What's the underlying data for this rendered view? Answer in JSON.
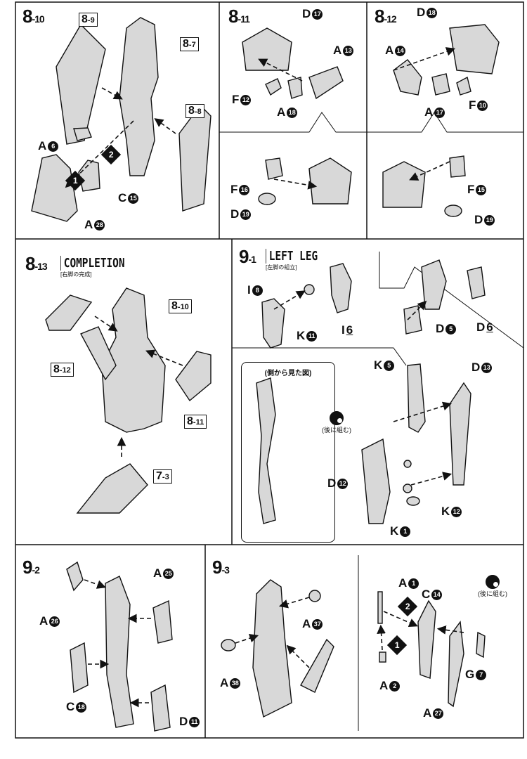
{
  "panels": {
    "p8_10": {
      "step": "8",
      "sub": "-10",
      "refs": [
        {
          "a": "8",
          "b": "-9"
        },
        {
          "a": "8",
          "b": "-7"
        },
        {
          "a": "8",
          "b": "-8"
        }
      ],
      "parts": [
        {
          "letter": "A",
          "num": "6"
        },
        {
          "letter": "C",
          "num": "15"
        },
        {
          "letter": "A",
          "num": "28"
        }
      ],
      "order": [
        "1",
        "2"
      ]
    },
    "p8_11": {
      "step": "8",
      "sub": "-11",
      "parts": [
        {
          "letter": "D",
          "num": "17"
        },
        {
          "letter": "A",
          "num": "13"
        },
        {
          "letter": "F",
          "num": "12"
        },
        {
          "letter": "A",
          "num": "18"
        },
        {
          "letter": "F",
          "num": "16"
        },
        {
          "letter": "D",
          "num": "19"
        }
      ]
    },
    "p8_12": {
      "step": "8",
      "sub": "-12",
      "parts": [
        {
          "letter": "D",
          "num": "18"
        },
        {
          "letter": "A",
          "num": "14"
        },
        {
          "letter": "A",
          "num": "17"
        },
        {
          "letter": "F",
          "num": "10"
        },
        {
          "letter": "F",
          "num": "15"
        },
        {
          "letter": "D",
          "num": "19"
        }
      ]
    },
    "p8_13": {
      "step": "8",
      "sub": "-13",
      "heading": "COMPLETION",
      "subheading": "[右脚の完成]",
      "refs": [
        {
          "a": "8",
          "b": "-10"
        },
        {
          "a": "8",
          "b": "-12"
        },
        {
          "a": "8",
          "b": "-11"
        },
        {
          "a": "7",
          "b": "-3"
        }
      ]
    },
    "p9_1": {
      "step": "9",
      "sub": "-1",
      "heading": "LEFT LEG",
      "subheading": "[左脚の組立]",
      "side_view": "(側から見た図)",
      "later": "(後に組む)",
      "parts": [
        {
          "letter": "I",
          "num": "8"
        },
        {
          "letter": "K",
          "num": "11"
        },
        {
          "letter": "I",
          "num": "6"
        },
        {
          "letter": "D",
          "num": "5"
        },
        {
          "letter": "D",
          "num": "6"
        },
        {
          "letter": "K",
          "num": "5"
        },
        {
          "letter": "D",
          "num": "13"
        },
        {
          "letter": "D",
          "num": "12"
        },
        {
          "letter": "K",
          "num": "12"
        },
        {
          "letter": "K",
          "num": "1"
        }
      ]
    },
    "p9_2": {
      "step": "9",
      "sub": "-2",
      "parts": [
        {
          "letter": "A",
          "num": "25"
        },
        {
          "letter": "A",
          "num": "26"
        },
        {
          "letter": "C",
          "num": "18"
        },
        {
          "letter": "D",
          "num": "11"
        }
      ]
    },
    "p9_3": {
      "step": "9",
      "sub": "-3",
      "parts": [
        {
          "letter": "A",
          "num": "37"
        },
        {
          "letter": "A",
          "num": "38"
        }
      ]
    },
    "p9_3b": {
      "later": "(後に組む)",
      "order": [
        "2",
        "1"
      ],
      "parts": [
        {
          "letter": "A",
          "num": "1"
        },
        {
          "letter": "C",
          "num": "14"
        },
        {
          "letter": "A",
          "num": "2"
        },
        {
          "letter": "G",
          "num": "7"
        },
        {
          "letter": "A",
          "num": "27"
        }
      ]
    }
  }
}
